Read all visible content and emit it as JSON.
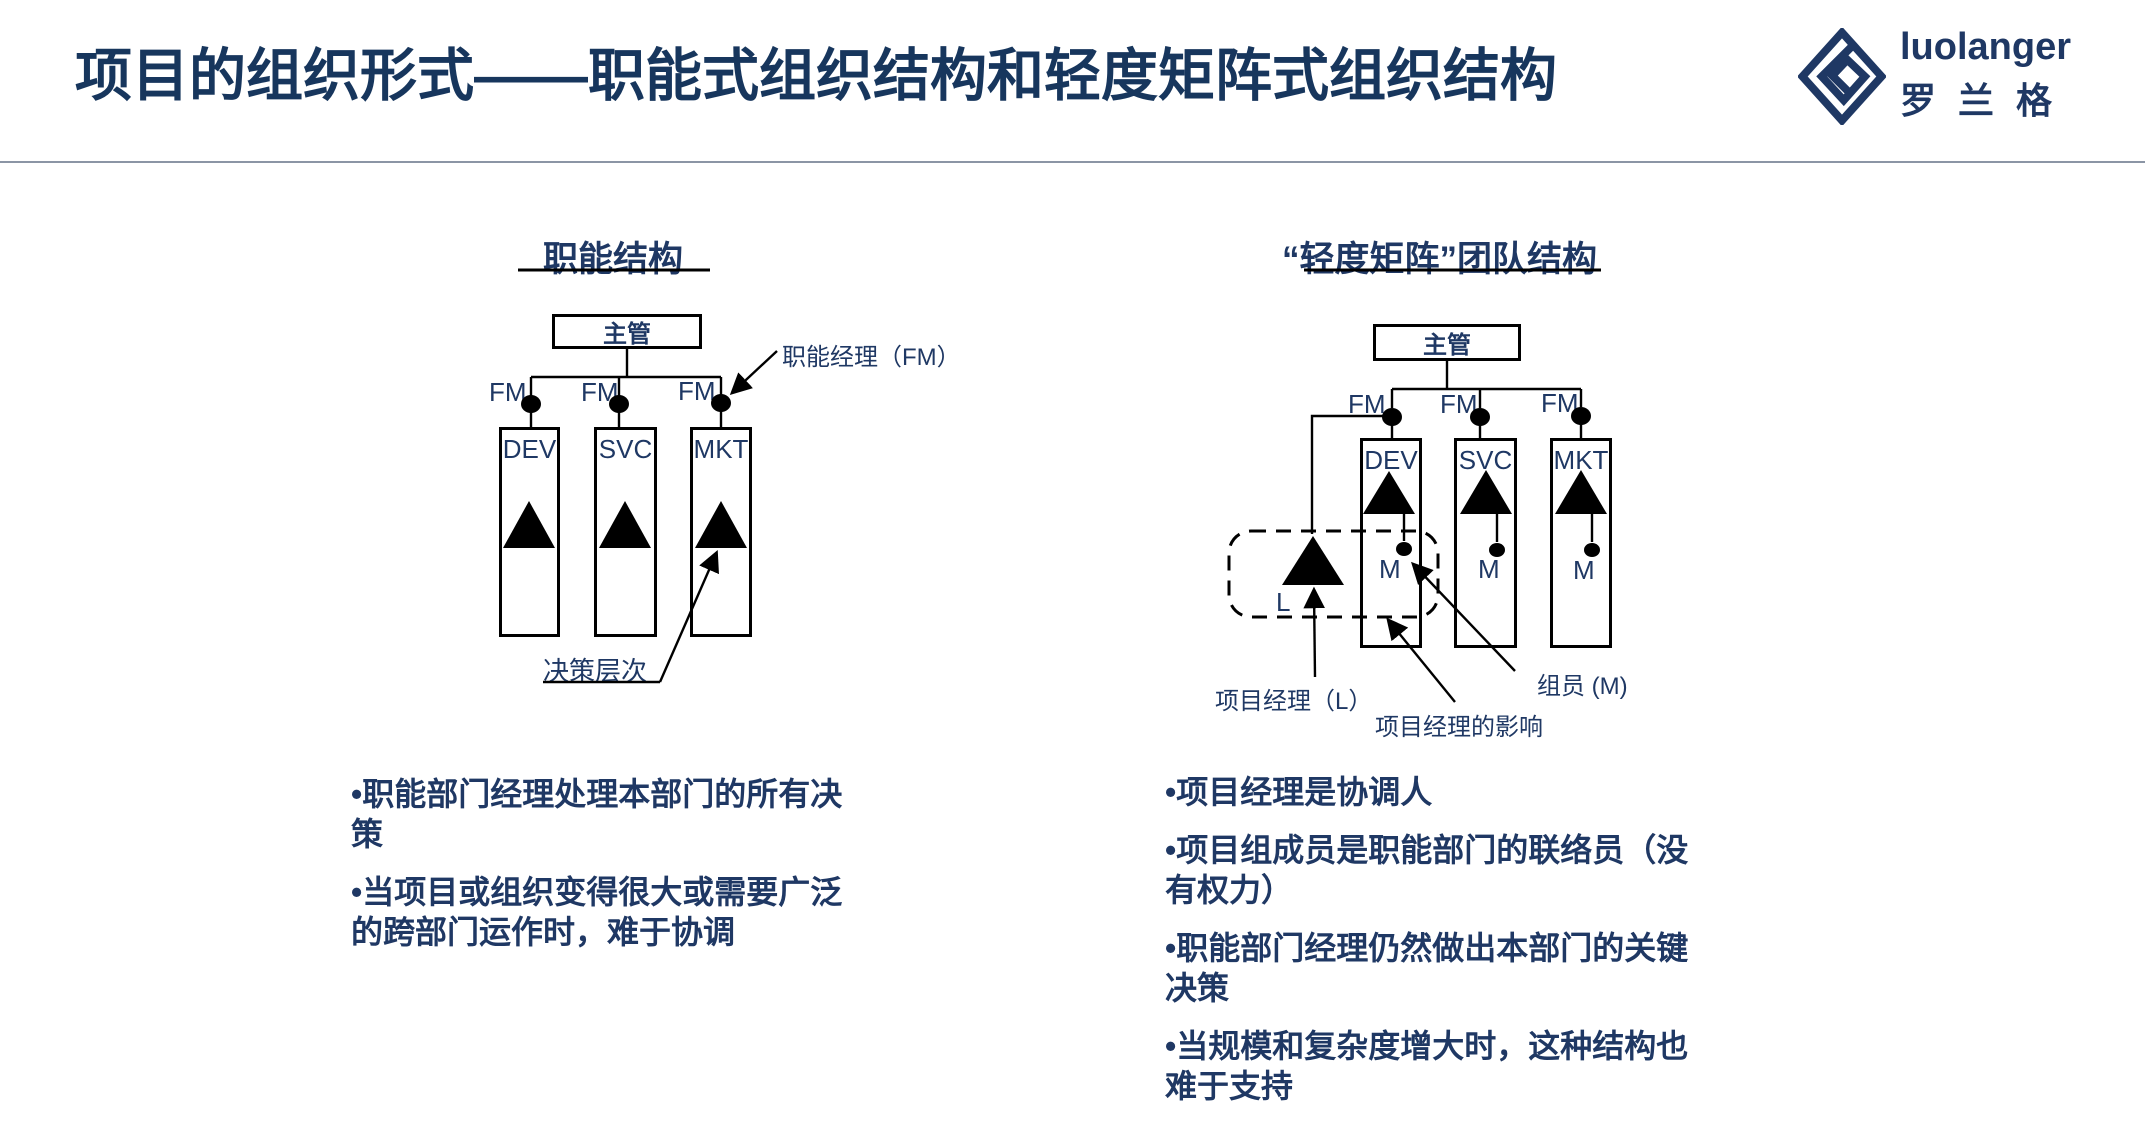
{
  "slide": {
    "title": "项目的组织形式——职能式组织结构和轻度矩阵式组织结构"
  },
  "logo": {
    "brand": "luolanger",
    "brand_cn": "罗兰格"
  },
  "left_panel": {
    "header": "职能结构",
    "supervisor_label": "主管",
    "fm_label": "FM",
    "columns": [
      "DEV",
      "SVC",
      "MKT"
    ],
    "fm_annotation": "职能经理（FM）",
    "decision_annotation": "决策层次",
    "bullets": [
      "•职能部门经理处理本部门的所有决策",
      "•当项目或组织变得很大或需要广泛的跨部门运作时，难于协调"
    ]
  },
  "right_panel": {
    "header": "“轻度矩阵”团队结构",
    "supervisor_label": "主管",
    "fm_label": "FM",
    "columns": [
      "DEV",
      "SVC",
      "MKT"
    ],
    "member_label": "M",
    "leader_label": "L",
    "pm_annotation": "项目经理（L）",
    "influence_annotation": "项目经理的影响",
    "member_annotation": "组员 (M)",
    "bullets": [
      "•项目经理是协调人",
      "•项目组成员是职能部门的联络员（没有权力）",
      "•职能部门经理仍然做出本部门的关键决策",
      "•当规模和复杂度增大时，这种结构也难于支持"
    ]
  },
  "colors": {
    "text_navy": "#1f3864",
    "title_navy": "#17365d",
    "shape_black": "#000000",
    "divider_gray": "#8b95a5"
  }
}
